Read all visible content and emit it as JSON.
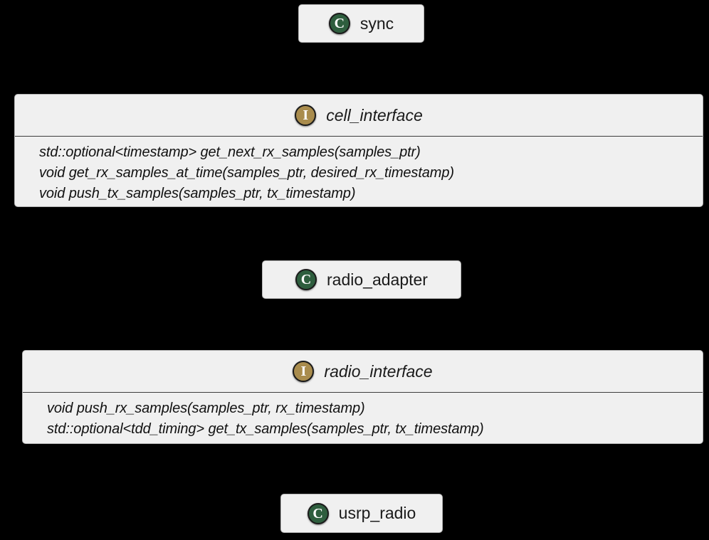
{
  "diagram": {
    "type": "uml-class-diagram",
    "background_color": "#000000",
    "node_fill_color": "#f0f0f0",
    "class_icon_color": "#2e5e3e",
    "interface_icon_color": "#a98c4d",
    "text_color": "#1a1a1a"
  },
  "nodes": [
    {
      "id": "sync",
      "kind": "class",
      "stereotype_glyph": "C",
      "name": "sync",
      "methods": []
    },
    {
      "id": "cell_interface",
      "kind": "interface",
      "stereotype_glyph": "I",
      "name": "cell_interface",
      "methods": [
        "std::optional<timestamp> get_next_rx_samples(samples_ptr)",
        "void get_rx_samples_at_time(samples_ptr, desired_rx_timestamp)",
        "void push_tx_samples(samples_ptr, tx_timestamp)"
      ]
    },
    {
      "id": "radio_adapter",
      "kind": "class",
      "stereotype_glyph": "C",
      "name": "radio_adapter",
      "methods": []
    },
    {
      "id": "radio_interface",
      "kind": "interface",
      "stereotype_glyph": "I",
      "name": "radio_interface",
      "methods": [
        "void push_rx_samples(samples_ptr, rx_timestamp)",
        "std::optional<tdd_timing> get_tx_samples(samples_ptr, tx_timestamp)"
      ]
    },
    {
      "id": "usrp_radio",
      "kind": "class",
      "stereotype_glyph": "C",
      "name": "usrp_radio",
      "methods": []
    }
  ]
}
